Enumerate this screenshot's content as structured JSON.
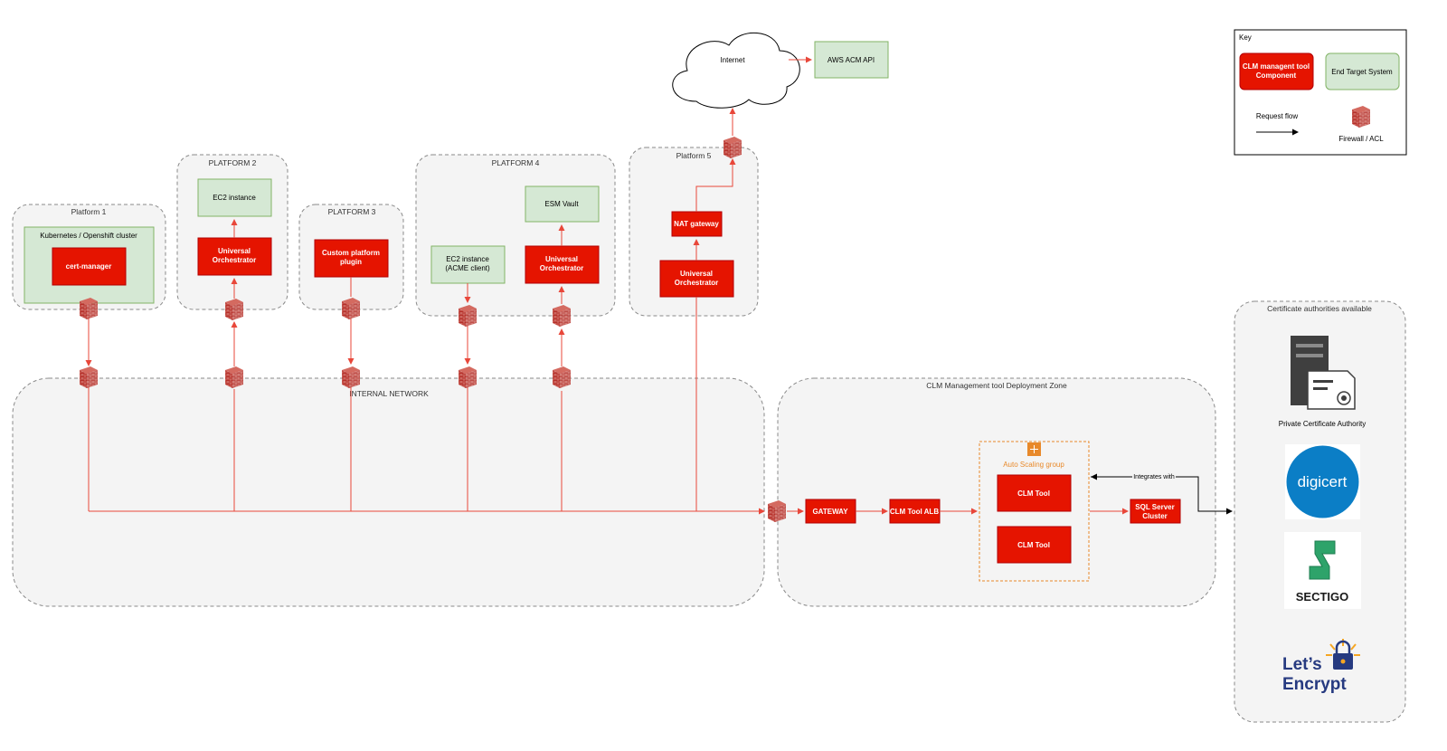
{
  "key": {
    "title": "Key",
    "component": "CLM managent tool Component",
    "end_target": "End Target System",
    "request_flow": "Request flow",
    "firewall": "Firewall / ACL"
  },
  "platforms": {
    "p1": {
      "title": "Platform 1",
      "cluster": "Kubernetes / Openshift cluster",
      "component": "cert-manager"
    },
    "p2": {
      "title": "PLATFORM 2",
      "target": "EC2 instance",
      "component": "Universal Orchestrator"
    },
    "p3": {
      "title": "PLATFORM 3",
      "component": "Custom platform plugin"
    },
    "p4": {
      "title": "PLATFORM 4",
      "target_acme": "EC2 instance (ACME client)",
      "target_vault": "ESM Vault",
      "component": "Universal Orchestrator"
    },
    "p5": {
      "title": "Platform 5",
      "nat": "NAT gateway",
      "component": "Universal Orchestrator"
    }
  },
  "internet": {
    "label": "Internet",
    "aws": "AWS ACM API"
  },
  "internal_network": {
    "title": "INTERNAL NETWORK"
  },
  "clm_zone": {
    "title": "CLM Management tool Deployment Zone",
    "gateway": "GATEWAY",
    "alb": "CLM Tool ALB",
    "asg_title": "Auto Scaling group",
    "tool_1": "CLM Tool",
    "tool_2": "CLM Tool",
    "sql": "SQL Server Cluster",
    "integrates": "Integrates with"
  },
  "ca_panel": {
    "title": "Certificate authorities available",
    "private_ca": "Private Certificate Authority",
    "digicert": "digicert",
    "sectigo": "SECTIGO",
    "letsencrypt_1": "Let’s",
    "letsencrypt_2": "Encrypt"
  },
  "colors": {
    "component": "#e51400",
    "target": "#d5e8d4",
    "flow": "#e8473a",
    "asg": "#e8892a",
    "digicert": "#0b7ec6",
    "sectigo": "#2ea36a",
    "letsencrypt": "#263a80"
  }
}
